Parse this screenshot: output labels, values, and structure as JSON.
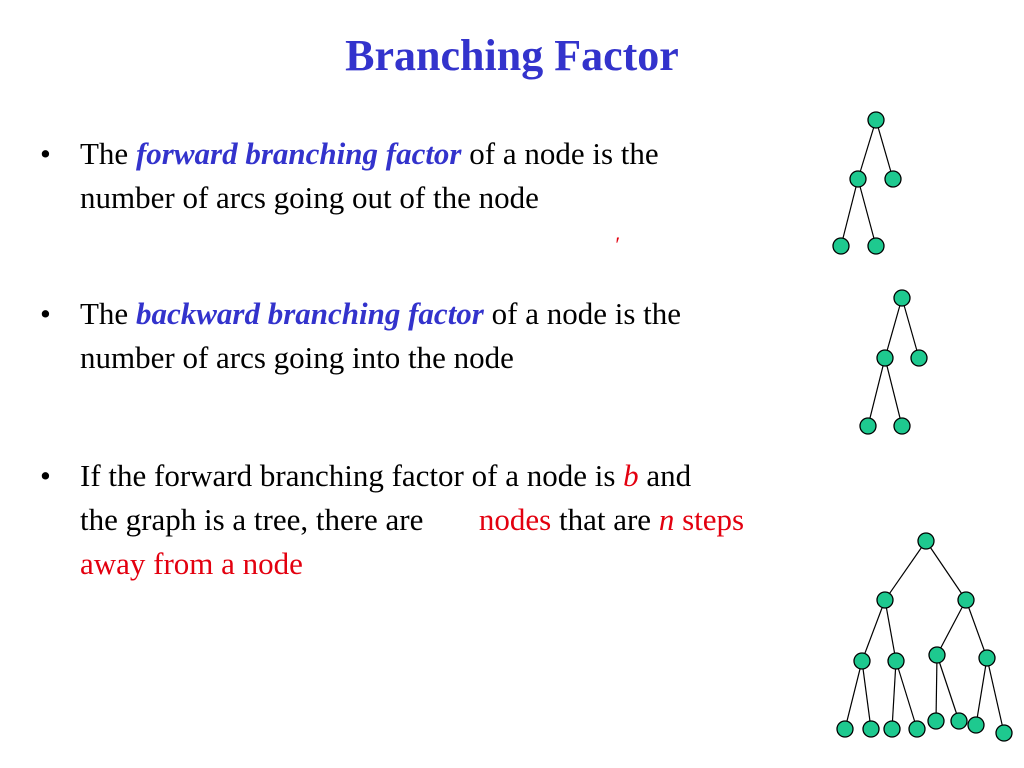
{
  "title": "Branching Factor",
  "bullets": [
    {
      "prefix": "The",
      "term": "forward branching factor",
      "suffix": "of a node is the",
      "line2": "number of arcs going out of the node"
    },
    {
      "prefix": "The",
      "term": "backward branching factor",
      "suffix": "of a node is the",
      "line2": "number of arcs going into the node"
    },
    {
      "line1_a": "If the forward branching factor of a node is",
      "var_b": "b",
      "line1_b": "and",
      "line2_a": "the graph is a tree, there are",
      "nodes_word": "nodes",
      "line2_b": "that are",
      "var_n": "n",
      "steps_word": "steps",
      "line3": "away from a node"
    }
  ],
  "mark": "′",
  "bullet_glyph": "•",
  "colors": {
    "title": "#3333cc",
    "term": "#3333cc",
    "highlight": "#e3000f",
    "node_fill": "#1ec98f"
  }
}
